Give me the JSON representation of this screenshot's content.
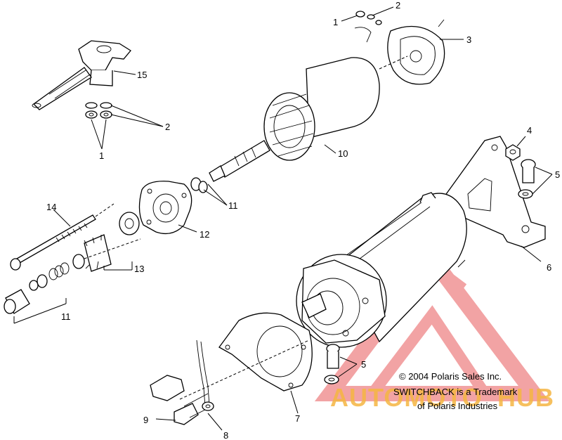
{
  "callouts": {
    "c1_top": "1",
    "c2_top": "2",
    "c3": "3",
    "c15": "15",
    "c2_left": "2",
    "c1_left": "1",
    "c10": "10",
    "c4": "4",
    "c5_right": "5",
    "c11_right": "11",
    "c14": "14",
    "c12": "12",
    "c6": "6",
    "c13": "13",
    "c11_left": "11",
    "c5_bottom": "5",
    "c9": "9",
    "c8": "8",
    "c7": "7"
  },
  "notes": {
    "copyright": "© 2004 Polaris Sales Inc.",
    "trademark_line1": "SWITCHBACK is a Trademark",
    "trademark_line2": "of Polaris Industries"
  },
  "watermark": {
    "left_text": "AUTOMOTO",
    "right_text": "HUB",
    "accent_color": "#e8585a",
    "text_color": "#f5b642"
  }
}
